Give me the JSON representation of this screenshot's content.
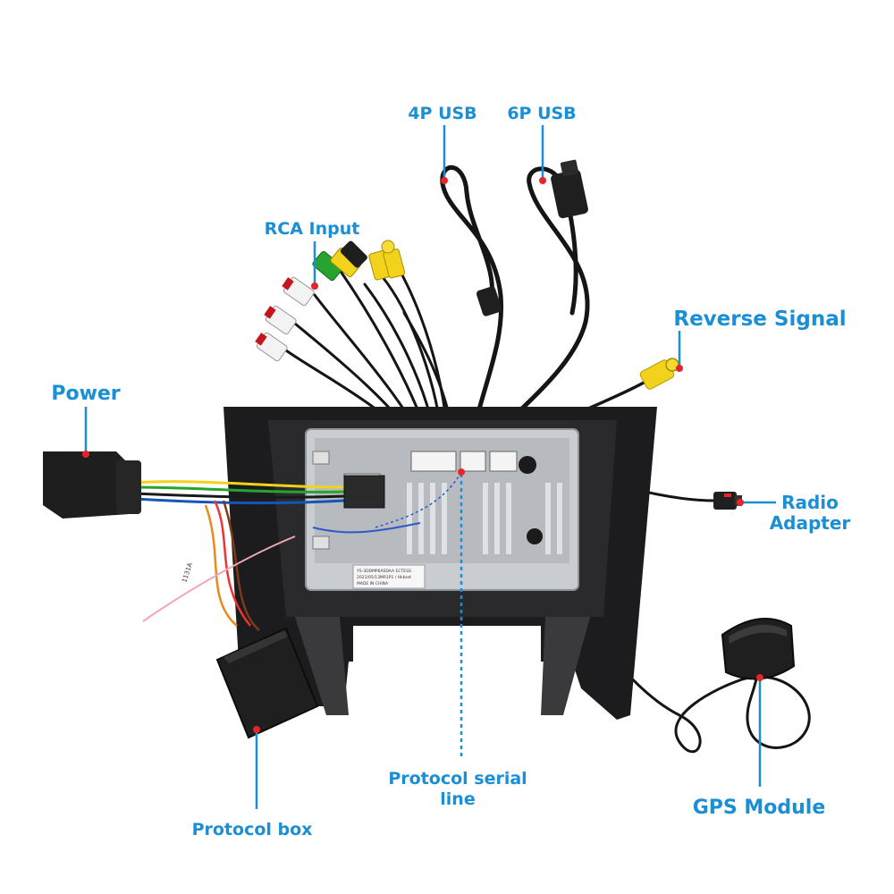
{
  "labels": {
    "usb4p": "4P USB",
    "usb6p": "6P USB",
    "rca_input": "RCA Input",
    "reverse_signal": "Reverse Signal",
    "power": "Power",
    "radio_adapter_line1": "Radio",
    "radio_adapter_line2": "Adapter",
    "protocol_serial_line1": "Protocol serial",
    "protocol_serial_line2": "line",
    "gps_module": "GPS Module",
    "protocol_box": "Protocol box"
  },
  "colors": {
    "label_text": "#1a8fd6",
    "leader_line": "#1a8fd6",
    "leader_dot": "#e8232a",
    "frame": "#1c1c1e",
    "chassis": "#c9ccd0",
    "cable": "#151515"
  },
  "sticker_text": [
    "YS-3DDMP6ASDAA ECTESS",
    "2021/05/13MR1P1 / Hkbsst",
    "MADE IN CHINA"
  ],
  "side_tag": "1131A"
}
